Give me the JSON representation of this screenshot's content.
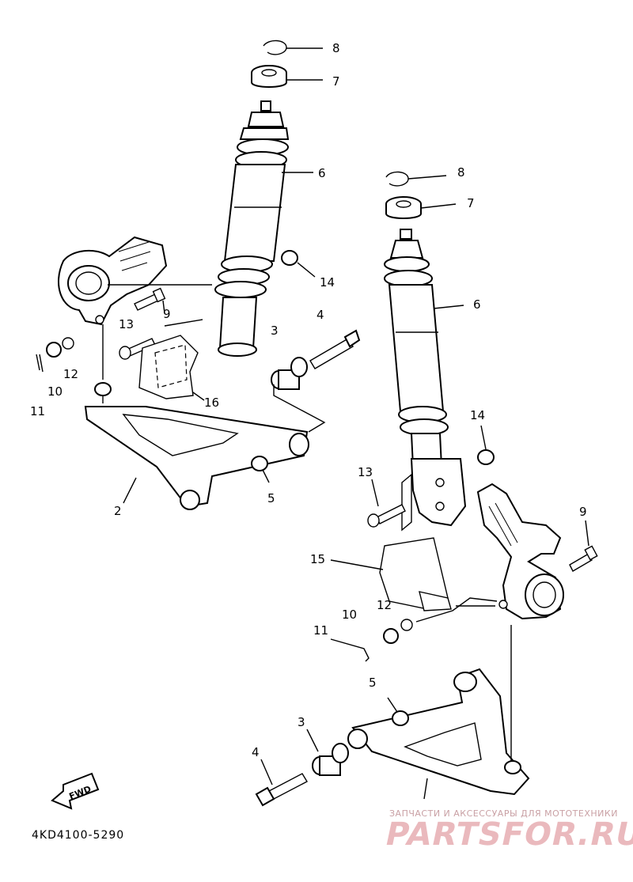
{
  "diagram": {
    "part_number": "4KD4100-5290",
    "fwd_label": "FWD",
    "callouts": [
      {
        "id": "c8a",
        "label": "8"
      },
      {
        "id": "c7a",
        "label": "7"
      },
      {
        "id": "c6a",
        "label": "6"
      },
      {
        "id": "c14a",
        "label": "14"
      },
      {
        "id": "c9a",
        "label": "9"
      },
      {
        "id": "c13a",
        "label": "13"
      },
      {
        "id": "c3a",
        "label": "3"
      },
      {
        "id": "c4a",
        "label": "4"
      },
      {
        "id": "c12a",
        "label": "12"
      },
      {
        "id": "c10a",
        "label": "10"
      },
      {
        "id": "c11a",
        "label": "11"
      },
      {
        "id": "c16",
        "label": "16"
      },
      {
        "id": "c5a",
        "label": "5"
      },
      {
        "id": "c2",
        "label": "2"
      },
      {
        "id": "c8b",
        "label": "8"
      },
      {
        "id": "c7b",
        "label": "7"
      },
      {
        "id": "c6b",
        "label": "6"
      },
      {
        "id": "c14b",
        "label": "14"
      },
      {
        "id": "c13b",
        "label": "13"
      },
      {
        "id": "c9b",
        "label": "9"
      },
      {
        "id": "c15",
        "label": "15"
      },
      {
        "id": "c12b",
        "label": "12"
      },
      {
        "id": "c10b",
        "label": "10"
      },
      {
        "id": "c11b",
        "label": "11"
      },
      {
        "id": "c5b",
        "label": "5"
      },
      {
        "id": "c3b",
        "label": "3"
      },
      {
        "id": "c4b",
        "label": "4"
      }
    ]
  },
  "watermark": {
    "caption": "ЗАПЧАСТИ И АКСЕССУАРЫ ДЛЯ МОТОТЕХНИКИ",
    "brand": "PARTSFOR.RU"
  }
}
